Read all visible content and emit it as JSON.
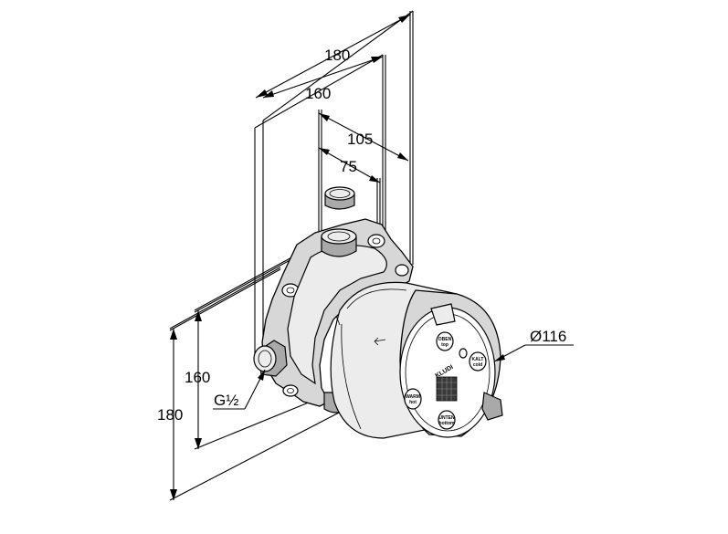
{
  "dimensions": {
    "width_overall": "180",
    "width_inner": "160",
    "depth_overall": "105",
    "depth_inner": "75",
    "diameter": "Ø116",
    "height_inner": "160",
    "height_overall": "180",
    "thread": "G½"
  },
  "cover_labels": {
    "logo": "KLUDI",
    "label_top": "OBEN",
    "label_top_sub": "top",
    "label_right": "KALT",
    "label_right_sub": "cold",
    "label_left": "WARM",
    "label_left_sub": "hot",
    "label_bottom": "UNTEN",
    "label_bottom_sub": "bottom"
  }
}
